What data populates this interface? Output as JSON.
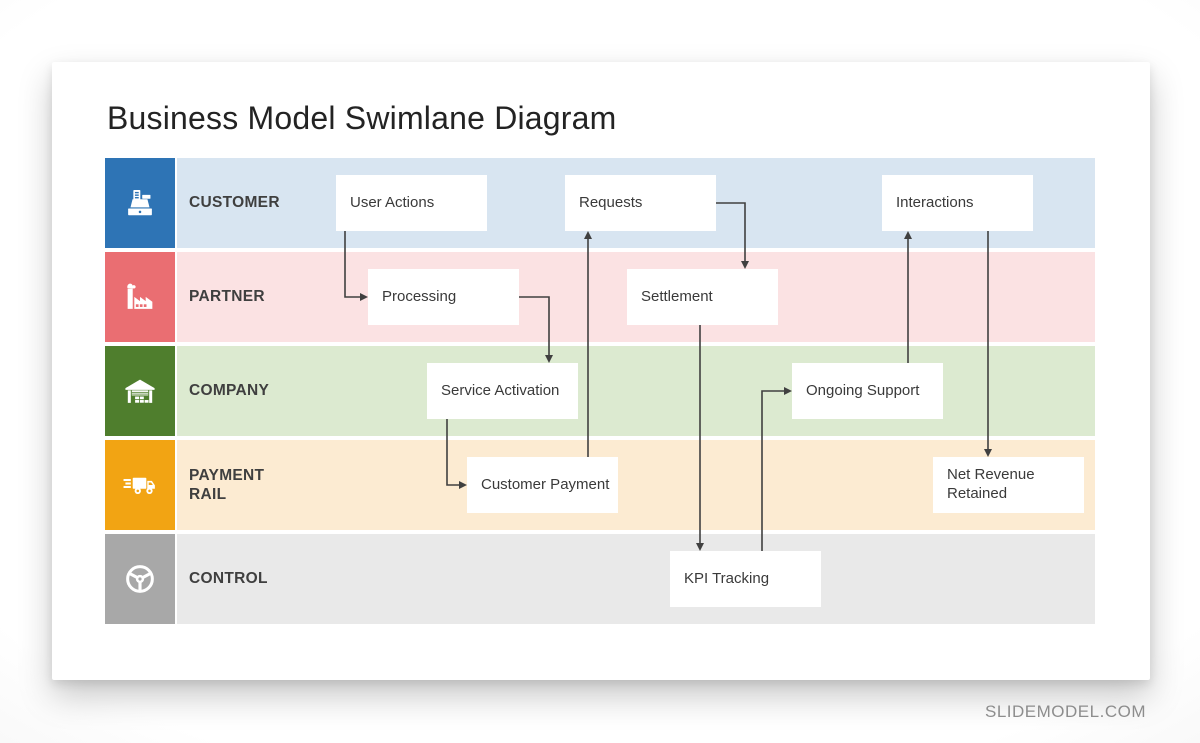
{
  "watermark": "SLIDEMODEL.COM",
  "slide": {
    "title": "Business Model Swimlane Diagram",
    "lanes": [
      {
        "id": "customer",
        "label": "CUSTOMER",
        "icon": "cash-register-icon",
        "icon_bg": "#2E74B5",
        "lane_bg": "#D8E5F1"
      },
      {
        "id": "partner",
        "label": "PARTNER",
        "icon": "factory-icon",
        "icon_bg": "#EA6E72",
        "lane_bg": "#FBE2E3"
      },
      {
        "id": "company",
        "label": "COMPANY",
        "icon": "warehouse-icon",
        "icon_bg": "#4F7E2D",
        "lane_bg": "#DCEAD0"
      },
      {
        "id": "payment_rail",
        "label": "PAYMENT RAIL",
        "icon": "delivery-truck-icon",
        "icon_bg": "#F2A413",
        "lane_bg": "#FCEBD2"
      },
      {
        "id": "control",
        "label": "CONTROL",
        "icon": "steering-wheel-icon",
        "icon_bg": "#A8A8A8",
        "lane_bg": "#E9E9E9"
      }
    ],
    "nodes": [
      {
        "id": "user_actions",
        "label": "User Actions",
        "lane": "customer"
      },
      {
        "id": "requests",
        "label": "Requests",
        "lane": "customer"
      },
      {
        "id": "interactions",
        "label": "Interactions",
        "lane": "customer"
      },
      {
        "id": "processing",
        "label": "Processing",
        "lane": "partner"
      },
      {
        "id": "settlement",
        "label": "Settlement",
        "lane": "partner"
      },
      {
        "id": "service_activation",
        "label": "Service Activation",
        "lane": "company"
      },
      {
        "id": "ongoing_support",
        "label": "Ongoing Support",
        "lane": "company"
      },
      {
        "id": "customer_payment",
        "label": "Customer Payment",
        "lane": "payment_rail"
      },
      {
        "id": "net_revenue_retained",
        "label": "Net Revenue Retained",
        "lane": "payment_rail"
      },
      {
        "id": "kpi_tracking",
        "label": "KPI Tracking",
        "lane": "control"
      }
    ],
    "flows": [
      {
        "from": "user_actions",
        "to": "processing"
      },
      {
        "from": "processing",
        "to": "service_activation"
      },
      {
        "from": "service_activation",
        "to": "customer_payment"
      },
      {
        "from": "customer_payment",
        "to": "requests"
      },
      {
        "from": "requests",
        "to": "settlement"
      },
      {
        "from": "settlement",
        "to": "kpi_tracking"
      },
      {
        "from": "kpi_tracking",
        "to": "ongoing_support"
      },
      {
        "from": "ongoing_support",
        "to": "interactions"
      },
      {
        "from": "interactions",
        "to": "net_revenue_retained"
      }
    ],
    "arrow_color": "#404040"
  }
}
